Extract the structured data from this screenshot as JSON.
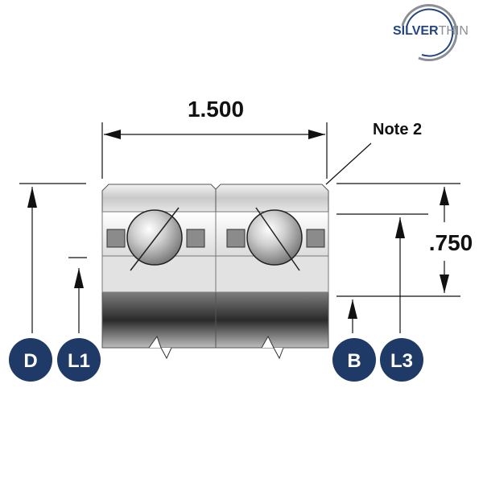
{
  "logo": {
    "part1": "SILVER",
    "part2": "THIN"
  },
  "dimensions": {
    "width": "1.500",
    "height": ".750",
    "note": "Note 2"
  },
  "badges": [
    "D",
    "L1",
    "B",
    "L3"
  ],
  "colors": {
    "badge": "#1f3a66",
    "logo_blue": "#23467f",
    "logo_grey": "#8a8f96",
    "line": "#111111"
  }
}
